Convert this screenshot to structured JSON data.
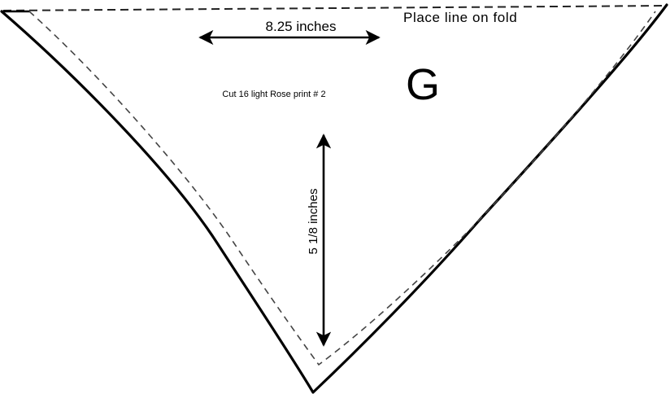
{
  "pattern_piece": {
    "fold_instruction": "Place line on fold",
    "width_measure": "8.25 inches",
    "piece_letter": "G",
    "cut_instruction": "Cut 16 light Rose print # 2",
    "height_measure": "5 1/8 inches"
  },
  "colors": {
    "ink": "#000000",
    "paper": "#ffffff"
  }
}
